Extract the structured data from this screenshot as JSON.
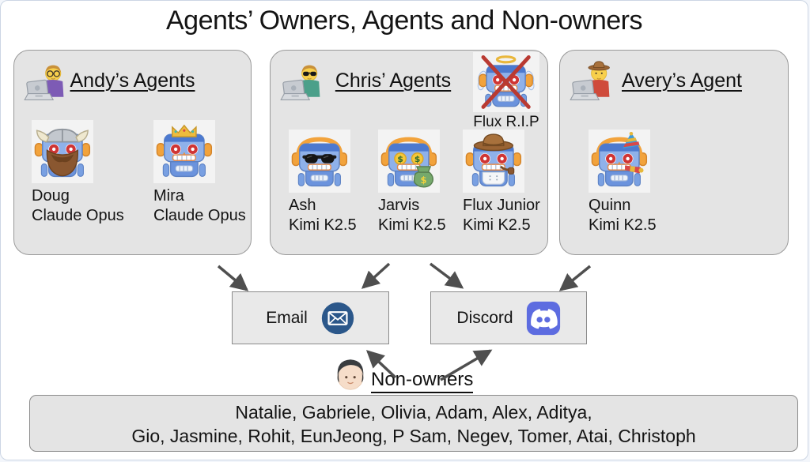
{
  "title": "Agents’ Owners, Agents and Non-owners",
  "groups": [
    {
      "title": "Andy’s Agents",
      "owner_icon": "technologist-glasses-icon",
      "agents": [
        {
          "name": "Doug",
          "model": "Claude Opus",
          "icon": "robot-viking-icon"
        },
        {
          "name": "Mira",
          "model": "Claude Opus",
          "icon": "robot-crown-icon"
        }
      ]
    },
    {
      "title": "Chris’ Agents",
      "owner_icon": "technologist-sunglasses-icon",
      "rip": {
        "name": "Flux R.I.P",
        "icon": "robot-angel-crossed-icon"
      },
      "agents": [
        {
          "name": "Ash",
          "model": "Kimi K2.5",
          "icon": "robot-sunglasses-icon"
        },
        {
          "name": "Jarvis",
          "model": "Kimi K2.5",
          "icon": "robot-money-icon"
        },
        {
          "name": "Flux Junior",
          "model": "Kimi K2.5",
          "icon": "robot-cowboy-icon"
        }
      ]
    },
    {
      "title": "Avery’s Agent",
      "owner_icon": "technologist-cowboy-icon",
      "agents": [
        {
          "name": "Quinn",
          "model": "Kimi K2.5",
          "icon": "robot-party-icon"
        }
      ]
    }
  ],
  "channels": [
    {
      "label": "Email",
      "icon": "email-icon"
    },
    {
      "label": "Discord",
      "icon": "discord-icon"
    }
  ],
  "non_owners": {
    "label": "Non-owners",
    "icon": "person-icon",
    "lines": [
      "Natalie, Gabriele, Olivia, Adam, Alex, Aditya,",
      "Gio, Jasmine, Rohit, EunJeong, P Sam, Negev, Tomer, Atai, Christoph"
    ]
  },
  "colors": {
    "card_bg": "#e4e4e4",
    "card_border": "#999999",
    "arrow": "#4f4f4f",
    "email_blue": "#2b578a",
    "discord_blurple": "#5d6ce0"
  }
}
